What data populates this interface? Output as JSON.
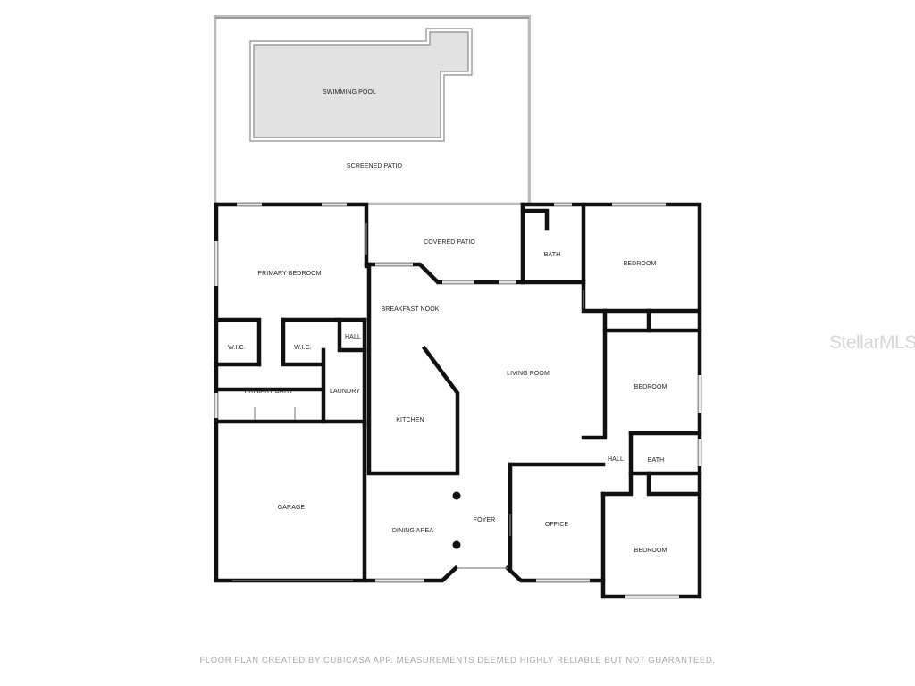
{
  "rooms": {
    "swimming_pool": "SWIMMING POOL",
    "screened_patio": "SCREENED PATIO",
    "covered_patio": "COVERED PATIO",
    "primary_bedroom": "PRIMARY BEDROOM",
    "bath_top": "BATH",
    "bedroom_top": "BEDROOM",
    "breakfast_nook": "BREAKFAST NOOK",
    "hall_top": "HALL",
    "wic_left": "W.I.C.",
    "wic_right": "W.I.C.",
    "primary_bath": "PRIMARY BATH",
    "laundry": "LAUNDRY",
    "living_room": "LIVING ROOM",
    "bedroom_middle": "BEDROOM",
    "kitchen": "KITCHEN",
    "hall_right": "HALL",
    "bath_right": "BATH",
    "garage": "GARAGE",
    "foyer": "FOYER",
    "office": "OFFICE",
    "dining_area": "DINING AREA",
    "bedroom_bottom": "BEDROOM"
  },
  "watermark": "StellarMLS",
  "footer": "FLOOR PLAN CREATED BY CUBICASA APP. MEASUREMENTS DEEMED HIGHLY RELIABLE BUT NOT GUARANTEED."
}
